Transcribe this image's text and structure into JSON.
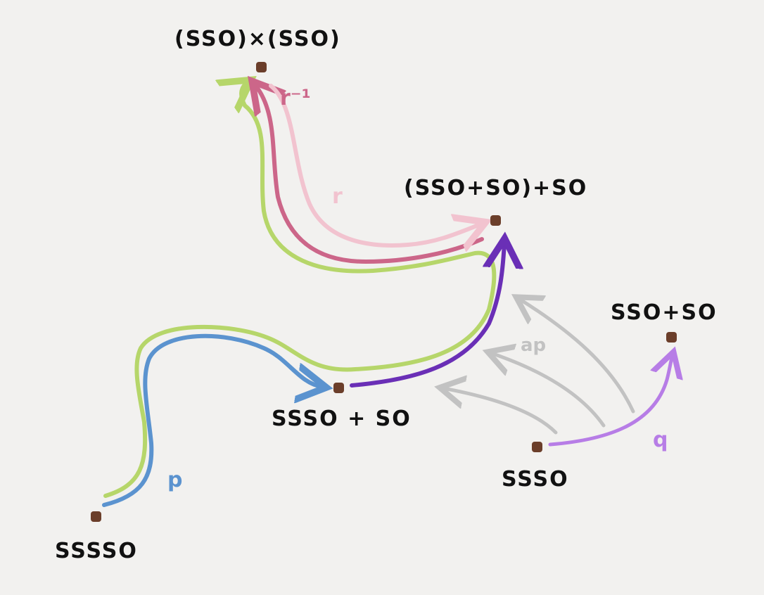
{
  "nodes": {
    "sssso": "SSSSO",
    "ssso_plus_so": "SSSO + SO",
    "ssso": "SSSO",
    "sso_plus_so": "SSO+SO",
    "sso_plus_so_plus_so": "(SSO+SO)+SO",
    "sso_times_sso": "(SSO)×(SSO)"
  },
  "path_labels": {
    "p": "p",
    "q": "q",
    "ap": "ap",
    "r": "r",
    "r_inverse": "r⁻¹"
  },
  "colors": {
    "background": "#f2f1ef",
    "node_dot": "#6b3e2a",
    "path_p": "#5b93cf",
    "path_q": "#b77de6",
    "path_ap": "#c2c2c2",
    "path_r": "#f2c3cf",
    "path_r_inverse": "#cc6689",
    "path_composite": "#b6d66a",
    "path_ap_q": "#6a2fb6"
  }
}
